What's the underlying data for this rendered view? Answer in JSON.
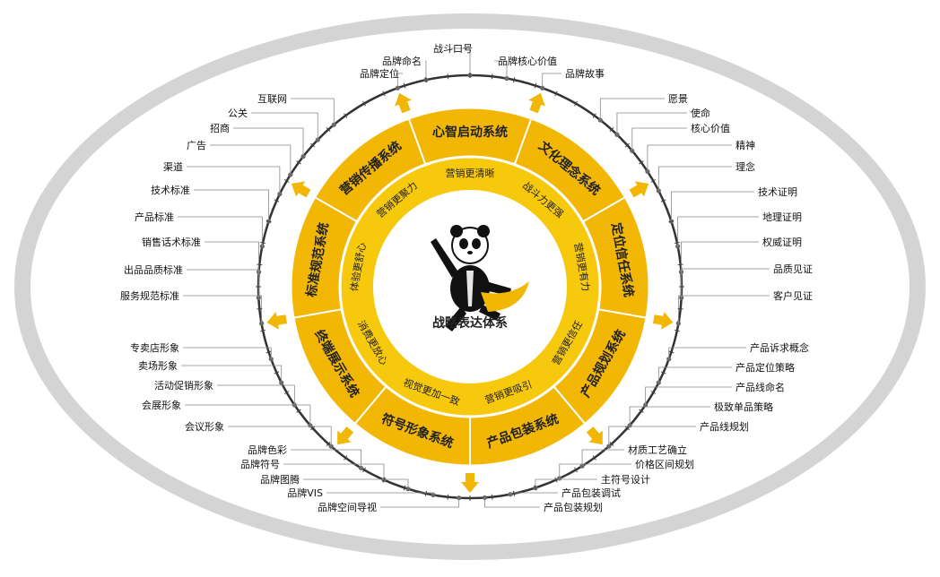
{
  "colors": {
    "outer_ellipse": "#d0d0d0",
    "ring_outer": "#f2b705",
    "ring_mid": "#f7c90c",
    "ring_inner": "#fbdd3a",
    "text_dark": "#222222",
    "label": "#111111",
    "arrow": "#f2b705",
    "leader": "#888888"
  },
  "center": {
    "title": "战略表达体系",
    "mascot": "panda-mascot-icon"
  },
  "systems": [
    "心智启动系统",
    "文化理念系统",
    "定位信任系统",
    "产品规划系统",
    "产品包装系统",
    "符号形象系统",
    "终端展示系统",
    "标准规范系统",
    "营销传播系统"
  ],
  "effects": [
    "营销更清晰",
    "战斗力更强",
    "营销更有力",
    "营销更信任",
    "营销更吸引",
    "视觉更加一致",
    "消费更放心",
    "体验更舒心",
    "营销更聚力"
  ],
  "label_groups": {
    "top": [
      "品牌定位",
      "品牌命名",
      "战斗口号",
      "品牌核心价值",
      "品牌故事"
    ],
    "left_upper": [
      "互联网",
      "公关",
      "招商",
      "广告",
      "渠道"
    ],
    "left_middle": [
      "技术标准",
      "产品标准",
      "销售话术标准",
      "出品品质标准",
      "服务规范标准"
    ],
    "left_lower": [
      "专卖店形象",
      "卖场形象",
      "活动促销形象",
      "会展形象",
      "会议形象"
    ],
    "bottom_left": [
      "品牌色彩",
      "品牌符号",
      "品牌图腾",
      "品牌VIS",
      "品牌空间导视"
    ],
    "right_upper": [
      "愿景",
      "使命",
      "核心价值",
      "精神",
      "理念"
    ],
    "right_middle": [
      "技术证明",
      "地理证明",
      "权威证明",
      "品质见证",
      "客户见证"
    ],
    "right_lower": [
      "产品诉求概念",
      "产品定位策略",
      "产品线命名",
      "极致单品策略",
      "产品线规划"
    ],
    "bottom_right": [
      "材质工艺确立",
      "价格区间规划",
      "主符号设计",
      "产品包装调试",
      "产品包装规划"
    ]
  }
}
